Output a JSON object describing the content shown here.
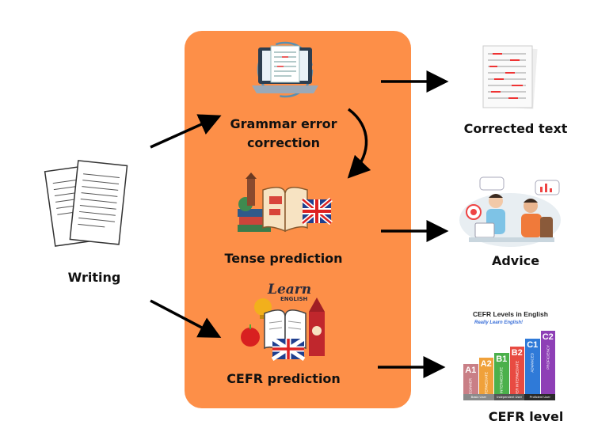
{
  "input": {
    "label": "Writing"
  },
  "modules": [
    {
      "label_line1": "Grammar error",
      "label_line2": "correction"
    },
    {
      "label": "Tense prediction"
    },
    {
      "label": "CEFR prediction",
      "learn_word": "Learn",
      "english_word": "ENGLISH"
    }
  ],
  "outputs": [
    {
      "label": "Corrected text"
    },
    {
      "label": "Advice"
    },
    {
      "label": "CEFR level"
    }
  ],
  "cefr_card": {
    "title": "CEFR Levels in English",
    "subtitle": "Really Learn English!",
    "levels": [
      {
        "code": "A1",
        "name": "BEGINNER",
        "color": "#c97f86",
        "height": 0.45
      },
      {
        "code": "A2",
        "name": "PRE-INTERMEDIATE",
        "color": "#f0a13a",
        "height": 0.55
      },
      {
        "code": "B1",
        "name": "INTERMEDIATE",
        "color": "#4bb04b",
        "height": 0.62
      },
      {
        "code": "B2",
        "name": "UPPER INTERMEDIATE",
        "color": "#e84b42",
        "height": 0.72
      },
      {
        "code": "C1",
        "name": "ADVANCED",
        "color": "#2f7ad8",
        "height": 0.83
      },
      {
        "code": "C2",
        "name": "PROFICIENCY",
        "color": "#8e3fb6",
        "height": 0.95
      }
    ],
    "footer": [
      "Basic User",
      "Independent User",
      "Proficient User"
    ]
  },
  "colors": {
    "panel": "#fd8f48",
    "arrow": "#000000"
  },
  "icons": [
    "documents-icon",
    "laptop-icon",
    "open-book-icon",
    "learn-english-icon",
    "corrected-text-icon",
    "advice-icon",
    "cefr-chart-icon"
  ]
}
